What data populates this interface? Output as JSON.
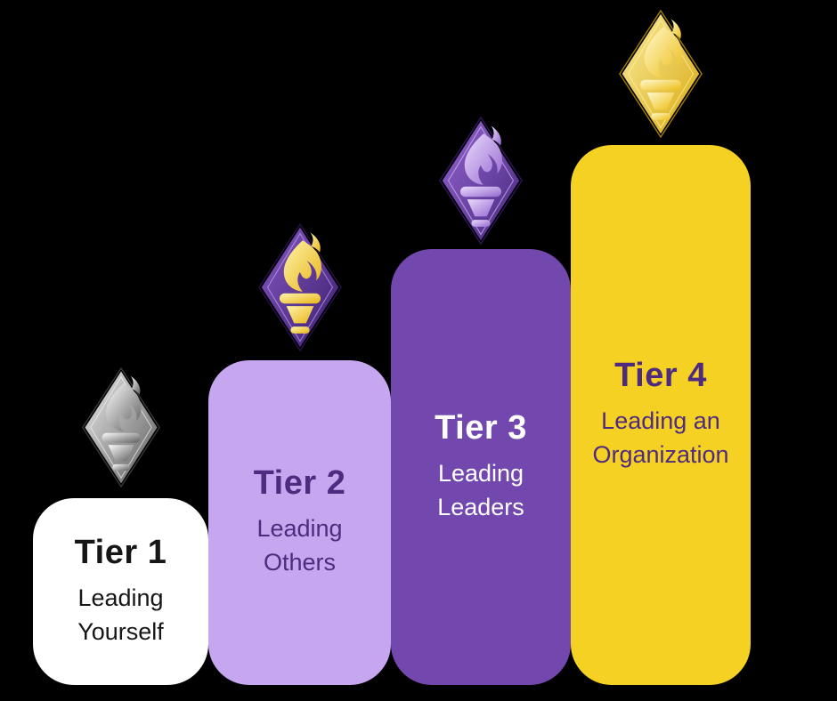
{
  "page": {
    "background_color": "#000000"
  },
  "tiers": [
    {
      "title": "Tier 1",
      "subtitle_line1": "Leading",
      "subtitle_line2": "Yourself",
      "block_color": "#FFFFFF",
      "text_color": "#161616",
      "badge": "silver-torch-diamond-badge"
    },
    {
      "title": "Tier 2",
      "subtitle_line1": "Leading",
      "subtitle_line2": "Others",
      "block_color": "#C7A6F0",
      "text_color": "#4F2B7F",
      "badge": "purple-diamond-gold-torch-badge"
    },
    {
      "title": "Tier 3",
      "subtitle_line1": "Leading",
      "subtitle_line2": "Leaders",
      "block_color": "#7348AE",
      "text_color": "#FFFFFF",
      "badge": "purple-torch-diamond-badge"
    },
    {
      "title": "Tier 4",
      "subtitle_line1": "Leading an",
      "subtitle_line2": "Organization",
      "block_color": "#F5D124",
      "text_color": "#4F2B7F",
      "badge": "gold-torch-diamond-badge"
    }
  ],
  "badges": {
    "silver": {
      "diamond_light": "#EDEDED",
      "diamond_dark": "#5A5A5A",
      "torch_light": "#FDFDFD",
      "torch_dark": "#5E5E5E",
      "outline": "#3A3A3A",
      "inner_line": "#F4F4F4"
    },
    "purple_gold": {
      "diamond_light": "#8657C2",
      "diamond_dark": "#3A1F6E",
      "torch_light": "#FDF3AC",
      "torch_dark": "#E9B517",
      "outline": "#241244",
      "inner_line": "#C5A3EF"
    },
    "purple": {
      "diamond_light": "#9463CF",
      "diamond_dark": "#47297F",
      "torch_light": "#EADCFB",
      "torch_dark": "#9668D1",
      "outline": "#2C1657",
      "inner_line": "#D4BCF5"
    },
    "gold": {
      "diamond_light": "#F9EC9E",
      "diamond_dark": "#D9A90F",
      "torch_light": "#FFF8D0",
      "torch_dark": "#EDBE14",
      "outline": "#9C7A06",
      "inner_line": "#FFF3A6"
    }
  }
}
